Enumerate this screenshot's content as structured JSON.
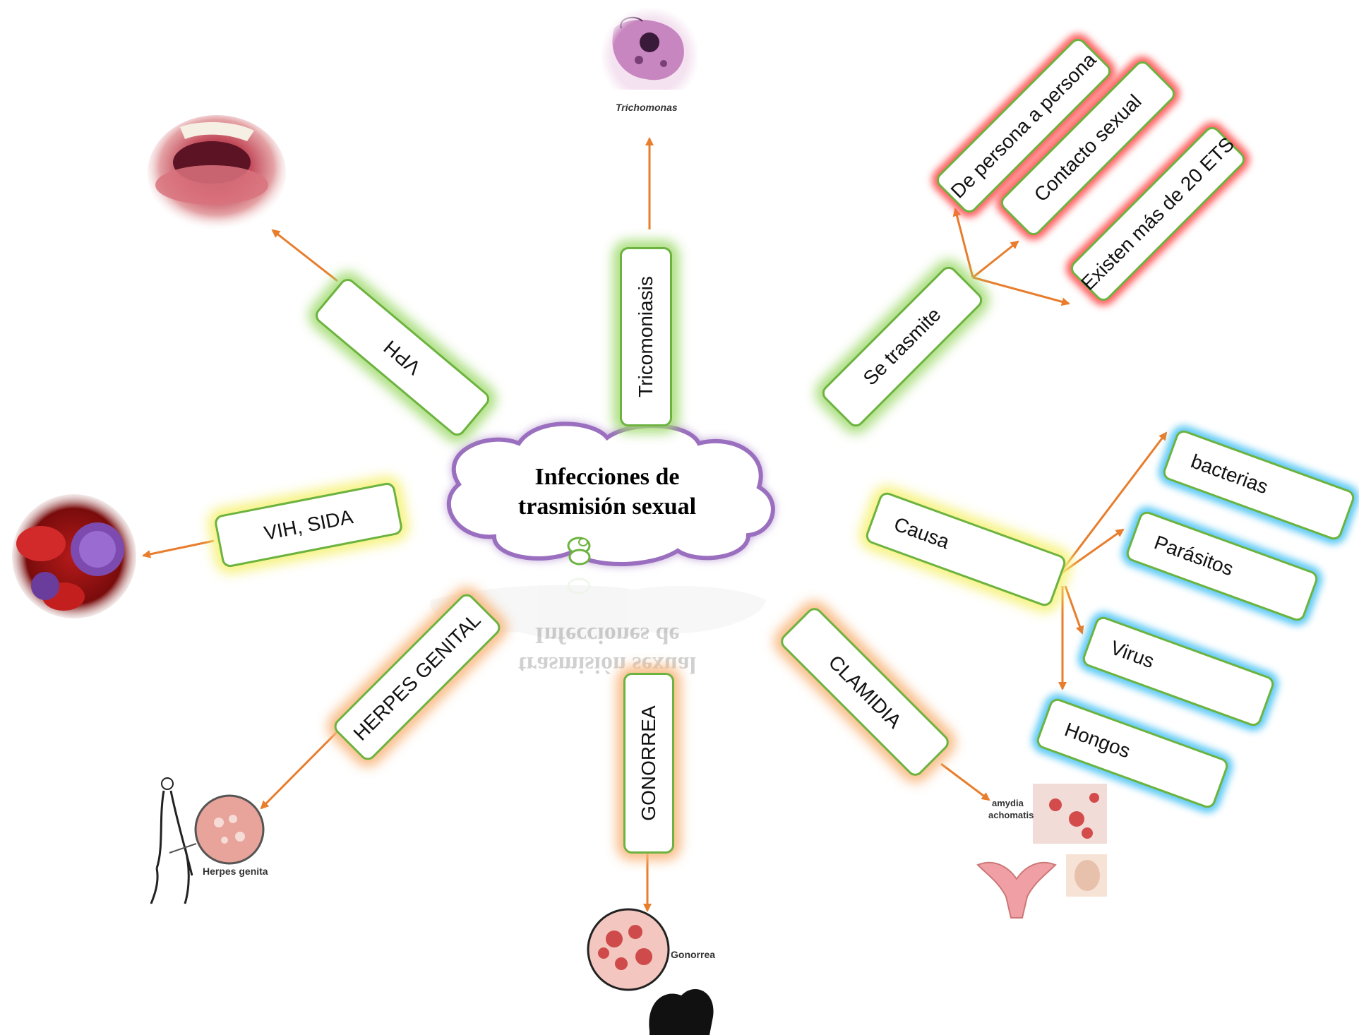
{
  "central": {
    "title_line1": "Infecciones de",
    "title_line2": "trasmisión sexual"
  },
  "branches": {
    "vph": "VPH",
    "tricomoniasis": "Tricomoniasis",
    "se_trasmite": "Se trasmite",
    "vih": "VIH, SIDA",
    "causa": "Causa",
    "herpes": "HERPES GENITAL",
    "gonorrea": "GONORREA",
    "clamidia": "CLAMIDIA"
  },
  "transmission": [
    "De  persona a persona",
    "Contacto sexual",
    "Existen más de 20  ETS"
  ],
  "causes": [
    "bacterias",
    "Parásitos",
    "Virus",
    "Hongos"
  ],
  "image_captions": {
    "trichomonas": "Trichomonas",
    "herpes": "Herpes genita",
    "gonorrea": "Gonorrea",
    "chlamydia_line1": "amydia",
    "chlamydia_line2": "achomatis"
  },
  "colors": {
    "arrow": "#e87d2c",
    "node_border": "#6cb33f",
    "cloud_border": "#9b6fbf",
    "glow_green": "#a0da6e",
    "glow_yellow": "#f6f27a",
    "glow_orange": "#f8b880",
    "glow_red": "#ff5a5a",
    "glow_blue": "#5ac8f5"
  },
  "icons": {
    "trichomonas": "micrograph-image",
    "vph": "mouth-photo",
    "vih": "blood-cells-image",
    "herpes": "body-skin-image",
    "gonorrea": "bacteria-image",
    "clamidia": "uterus-image"
  }
}
